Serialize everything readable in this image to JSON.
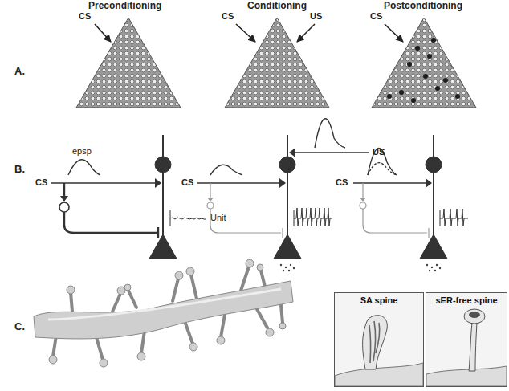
{
  "diagram": {
    "nodes": [
      {
        "text": [
          "SA spine"
        ]
      },
      {
        "text": [
          "sER-free spine"
        ]
      }
    ],
    "labels": [
      "Preconditioning",
      "Conditioning",
      "Postconditioning",
      "A.",
      "CS",
      "CS",
      "US",
      "CS",
      "B.",
      "epsp",
      "CS",
      "Unit",
      "CS",
      "US",
      "CS",
      "C."
    ]
  }
}
